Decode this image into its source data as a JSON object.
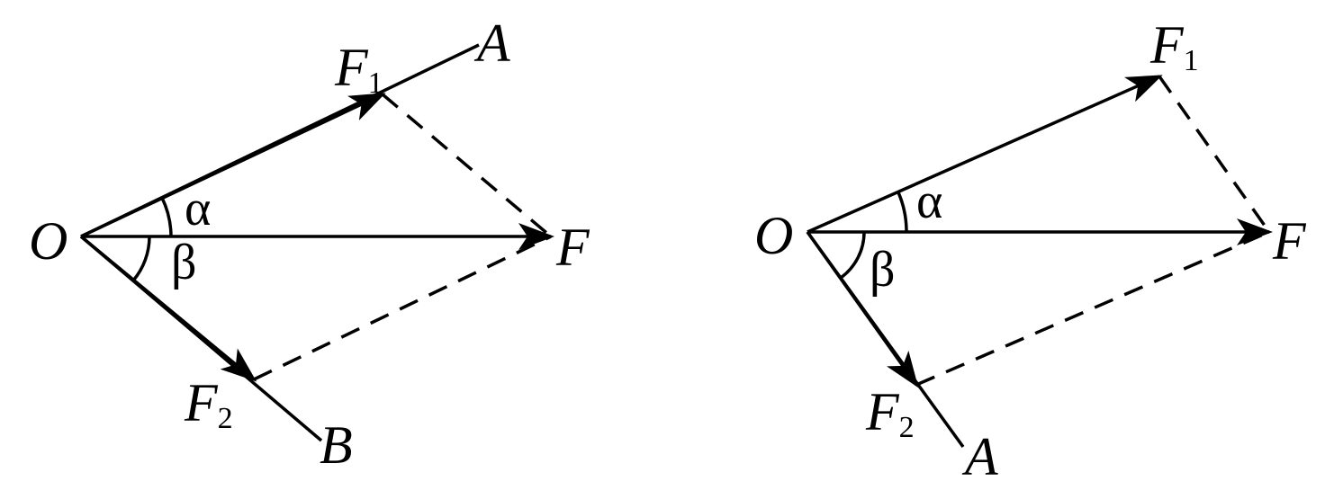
{
  "colors": {
    "stroke": "#000000",
    "background": "#ffffff"
  },
  "figures": [
    {
      "origin": "O",
      "force1": {
        "letter": "F",
        "subscript": "1"
      },
      "force2": {
        "letter": "F",
        "subscript": "2"
      },
      "resultant": "F",
      "line1_end": "A",
      "line2_end": "B",
      "angle1": "α",
      "angle2": "β"
    },
    {
      "origin": "O",
      "force1": {
        "letter": "F",
        "subscript": "1"
      },
      "force2": {
        "letter": "F",
        "subscript": "2"
      },
      "resultant": "F",
      "line2_end": "A",
      "angle1": "α",
      "angle2": "β"
    }
  ]
}
